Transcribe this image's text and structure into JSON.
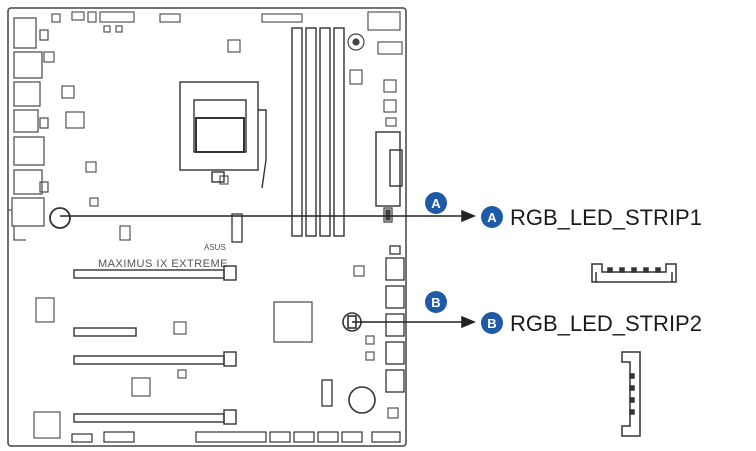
{
  "board": {
    "model_text": "MAXIMUS IX EXTREME",
    "logo_text": "ASUS"
  },
  "connectors": [
    {
      "badge": "A",
      "label": "RGB_LED_STRIP1"
    },
    {
      "badge": "B",
      "label": "RGB_LED_STRIP2"
    }
  ],
  "colors": {
    "badge": "#1f5aa6",
    "line": "#222222",
    "outline": "#444444"
  }
}
